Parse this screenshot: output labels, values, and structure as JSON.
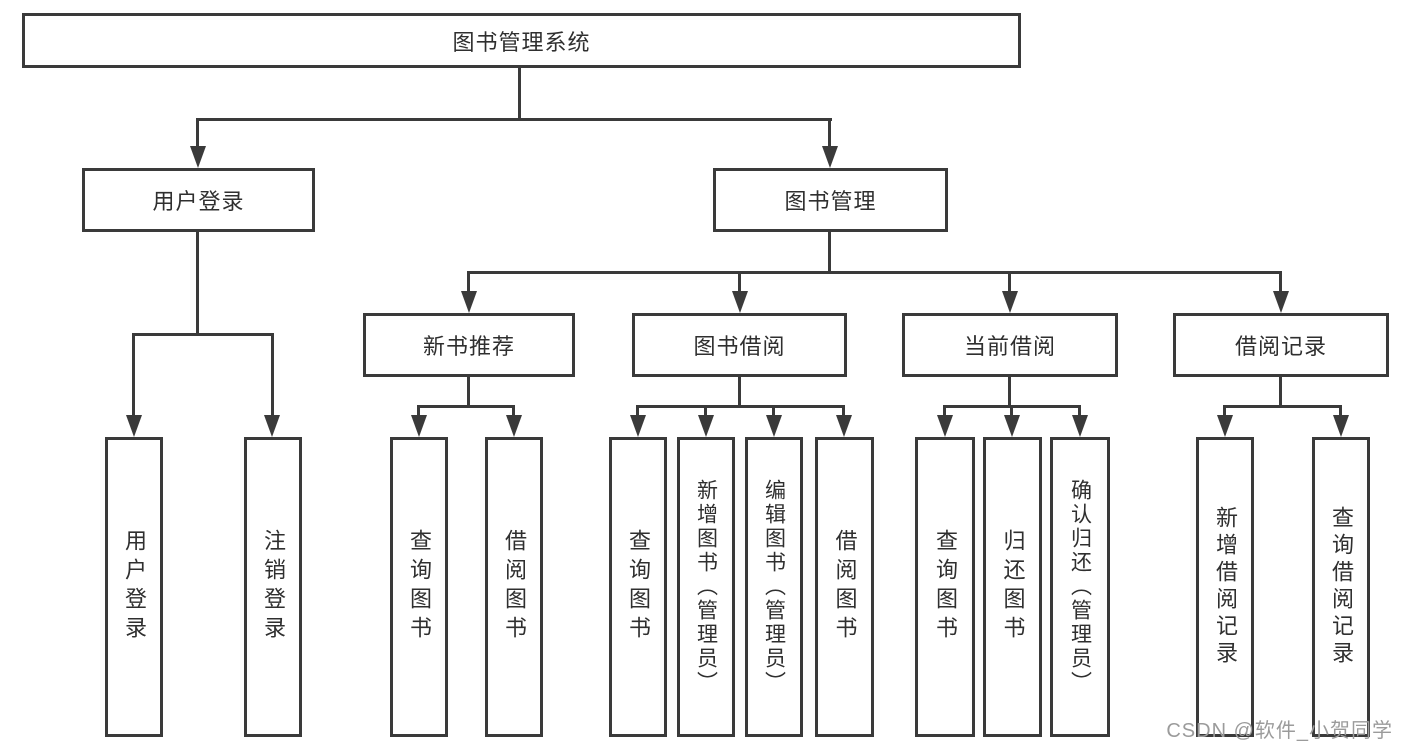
{
  "diagram": {
    "title_node": {
      "label": "图书管理系统"
    },
    "level2": {
      "user_login": {
        "label": "用户登录"
      },
      "book_mgmt": {
        "label": "图书管理"
      }
    },
    "level3": {
      "new_books": {
        "label": "新书推荐"
      },
      "book_borrow": {
        "label": "图书借阅"
      },
      "current_borrow": {
        "label": "当前借阅"
      },
      "borrow_records": {
        "label": "借阅记录"
      }
    },
    "leaves": [
      "用户登录",
      "注销登录",
      "查询图书",
      "借阅图书",
      "查询图书",
      "新增图书（管理员）",
      "编辑图书（管理员）",
      "借阅图书",
      "查询图书",
      "归还图书",
      "确认归还（管理员）",
      "新增借阅记录",
      "查询借阅记录"
    ],
    "colors": {
      "stroke": "#3a3a3a",
      "text": "#2f2f2f",
      "watermark": "#9b9b9b",
      "background": "#ffffff"
    }
  },
  "watermark": {
    "text": "CSDN @软件_小贺同学"
  }
}
